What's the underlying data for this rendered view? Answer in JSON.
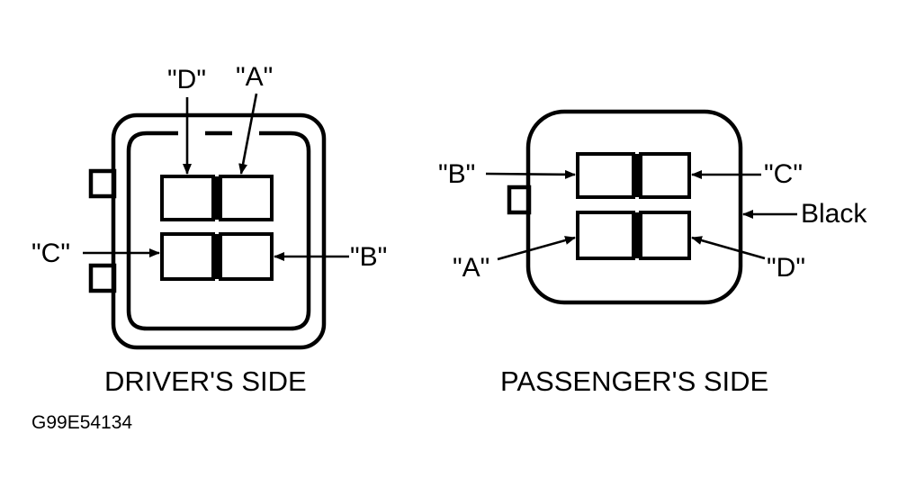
{
  "driver": {
    "caption": "DRIVER'S SIDE",
    "labels": {
      "a": "\"A\"",
      "b": "\"B\"",
      "c": "\"C\"",
      "d": "\"D\""
    }
  },
  "passenger": {
    "caption": "PASSENGER'S SIDE",
    "labels": {
      "a": "\"A\"",
      "b": "\"B\"",
      "c": "\"C\"",
      "d": "\"D\""
    },
    "color_label": "Black"
  },
  "figure_code": "G99E54134"
}
